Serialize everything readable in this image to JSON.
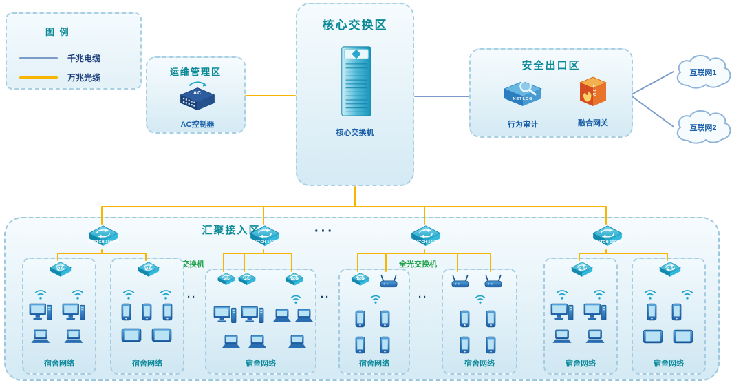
{
  "diagram": {
    "legend": {
      "title": "图 例",
      "items": [
        {
          "name": "gigabit-cable",
          "label": "千兆电缆",
          "color": "#7b9cc8"
        },
        {
          "name": "fiber-cable",
          "label": "万兆光缆",
          "color": "#f7b500"
        }
      ]
    },
    "ops_zone": {
      "title": "运维管理区",
      "device_label": "AC控制器",
      "icon_text": "AC"
    },
    "core_zone": {
      "title": "核心交换区",
      "device_label": "核心交换机"
    },
    "security_zone": {
      "title": "安全出口区",
      "audit": {
        "label": "行为审计",
        "icon_text": "NETLOG"
      },
      "gateway": {
        "label": "融合网关",
        "icon_text": "UTM"
      }
    },
    "internet": {
      "cloud1": "互联网1",
      "cloud2": "互联网2"
    },
    "aggregation_zone": {
      "title": "汇聚接入区",
      "switch_label": "SWITCH 1000M",
      "poe_label": "POE",
      "l2_label": "L2",
      "optical_label": "全光交换机",
      "dorm_label": "宿舍网络",
      "ellipsis": "···",
      "dots": "··"
    },
    "icons": {
      "core_switch": "core-switch-cabinet-icon",
      "ac_controller": "ac-controller-icon",
      "behavior_audit": "netlog-audit-icon",
      "utm_gateway": "utm-gateway-icon",
      "aggregation_switch": "l2-switch-diamond-icon",
      "poe_switch": "poe-switch-diamond-icon",
      "wifi": "wifi-signal-icon",
      "desktop": "desktop-computer-icon",
      "laptop": "laptop-icon",
      "phone": "phone-icon",
      "tablet": "tablet-icon",
      "access_point": "access-point-icon",
      "cloud": "internet-cloud-icon"
    },
    "colors": {
      "title_teal": "#0b8a96",
      "label_blue": "#1a5fa8",
      "optical_green": "#1fa24a",
      "gigabit_line": "#7b9cc8",
      "fiber_line": "#f7b500"
    }
  }
}
